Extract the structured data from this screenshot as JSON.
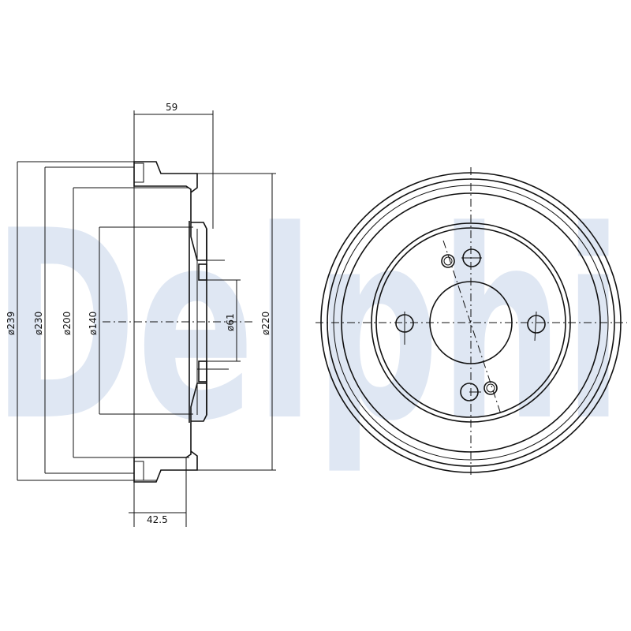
{
  "watermark": "Delphi",
  "colors": {
    "watermark": "#dfe7f3",
    "line": "#111111"
  },
  "side_view": {
    "dimensions": {
      "overall_depth": "59",
      "flange_depth": "42.5",
      "d239": "ø239",
      "d230": "ø230",
      "d200": "ø200",
      "d140": "ø140",
      "d61": "ø61",
      "d220": "ø220"
    }
  },
  "front_view": {
    "bolt_holes": 4,
    "marker_holes": 2
  }
}
